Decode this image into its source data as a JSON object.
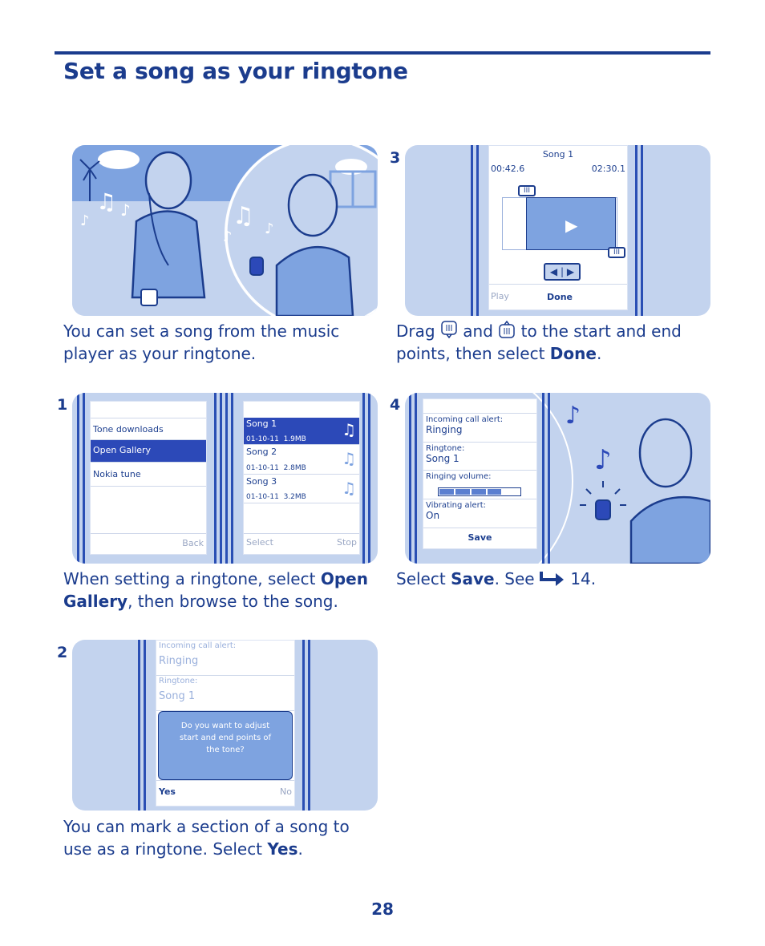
{
  "page": {
    "title": "Set a song as your ringtone",
    "page_number": "28"
  },
  "steps": {
    "intro": {
      "caption": "You can set a song from the music player as your ringtone."
    },
    "step1": {
      "number": "1",
      "caption_pre": "When setting a ringtone, select ",
      "caption_bold": "Open Gallery",
      "caption_post": ", then browse to the song.",
      "left_list": [
        "Tone downloads",
        "Open Gallery",
        "Nokia tune"
      ],
      "left_softkey": "Back",
      "songs": [
        {
          "name": "Song 1",
          "date": "01-10-11",
          "size": "1.9MB"
        },
        {
          "name": "Song 2",
          "date": "01-10-11",
          "size": "2.8MB"
        },
        {
          "name": "Song 3",
          "date": "01-10-11",
          "size": "3.2MB"
        }
      ],
      "right_softkey_left": "Select",
      "right_softkey_right": "Stop"
    },
    "step2": {
      "number": "2",
      "caption_pre": "You can mark a section of a song to use as a ringtone. Select ",
      "caption_bold": "Yes",
      "caption_post": ".",
      "label1": "Incoming call alert:",
      "value1": "Ringing",
      "label2": "Ringtone:",
      "value2": "Song 1",
      "dialog": "Do you want to adjust start and end points of the tone?",
      "softkey_yes": "Yes",
      "softkey_no": "No"
    },
    "step3": {
      "number": "3",
      "caption_pre": "Drag ",
      "caption_mid": " and ",
      "caption_post": " to the start and end points, then select ",
      "caption_bold": "Done",
      "caption_end": ".",
      "song": "Song 1",
      "time_start": "00:42.6",
      "time_end": "02:30.1",
      "softkey_play": "Play",
      "softkey_done": "Done"
    },
    "step4": {
      "number": "4",
      "caption_pre": "Select ",
      "caption_bold": "Save",
      "caption_post": ". See ",
      "caption_ref": " 14.",
      "fields": [
        {
          "label": "Incoming call alert:",
          "value": "Ringing"
        },
        {
          "label": "Ringtone:",
          "value": "Song 1"
        },
        {
          "label": "Ringing volume:",
          "value": ""
        },
        {
          "label": "Vibrating alert:",
          "value": "On"
        }
      ],
      "volume_level": 0.75,
      "softkey_save": "Save"
    }
  },
  "colors": {
    "primary": "#1b3c8d",
    "panel": "#c3d3ee",
    "highlight": "#2c49b8",
    "sky": "#7ea3e0"
  }
}
